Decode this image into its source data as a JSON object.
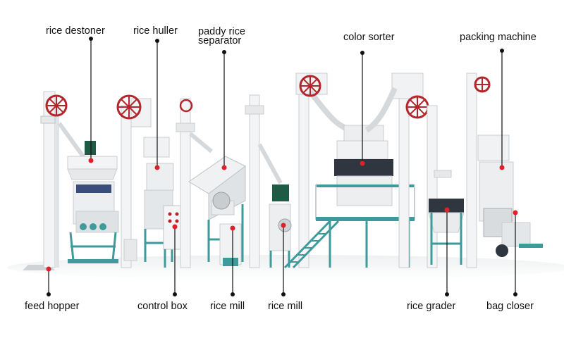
{
  "labels": {
    "rice_destoner": "rice destoner",
    "rice_huller": "rice huller",
    "paddy_separator_line1": "paddy rice",
    "paddy_separator_line2": "separator",
    "color_sorter": "color sorter",
    "packing_machine": "packing machine",
    "feed_hopper": "feed hopper",
    "control_box": "control box",
    "rice_mill_1": "rice mill",
    "rice_mill_2": "rice mill",
    "rice_grader": "rice grader",
    "bag_closer": "bag closer"
  },
  "colors": {
    "machine_body": "#f3f4f5",
    "machine_shade": "#d9dcde",
    "frame_teal": "#3f9b9b",
    "pulley_red": "#b3262b",
    "motor_green": "#1f5a45",
    "marker_red": "#e0202a",
    "leader_line": "#111111"
  }
}
